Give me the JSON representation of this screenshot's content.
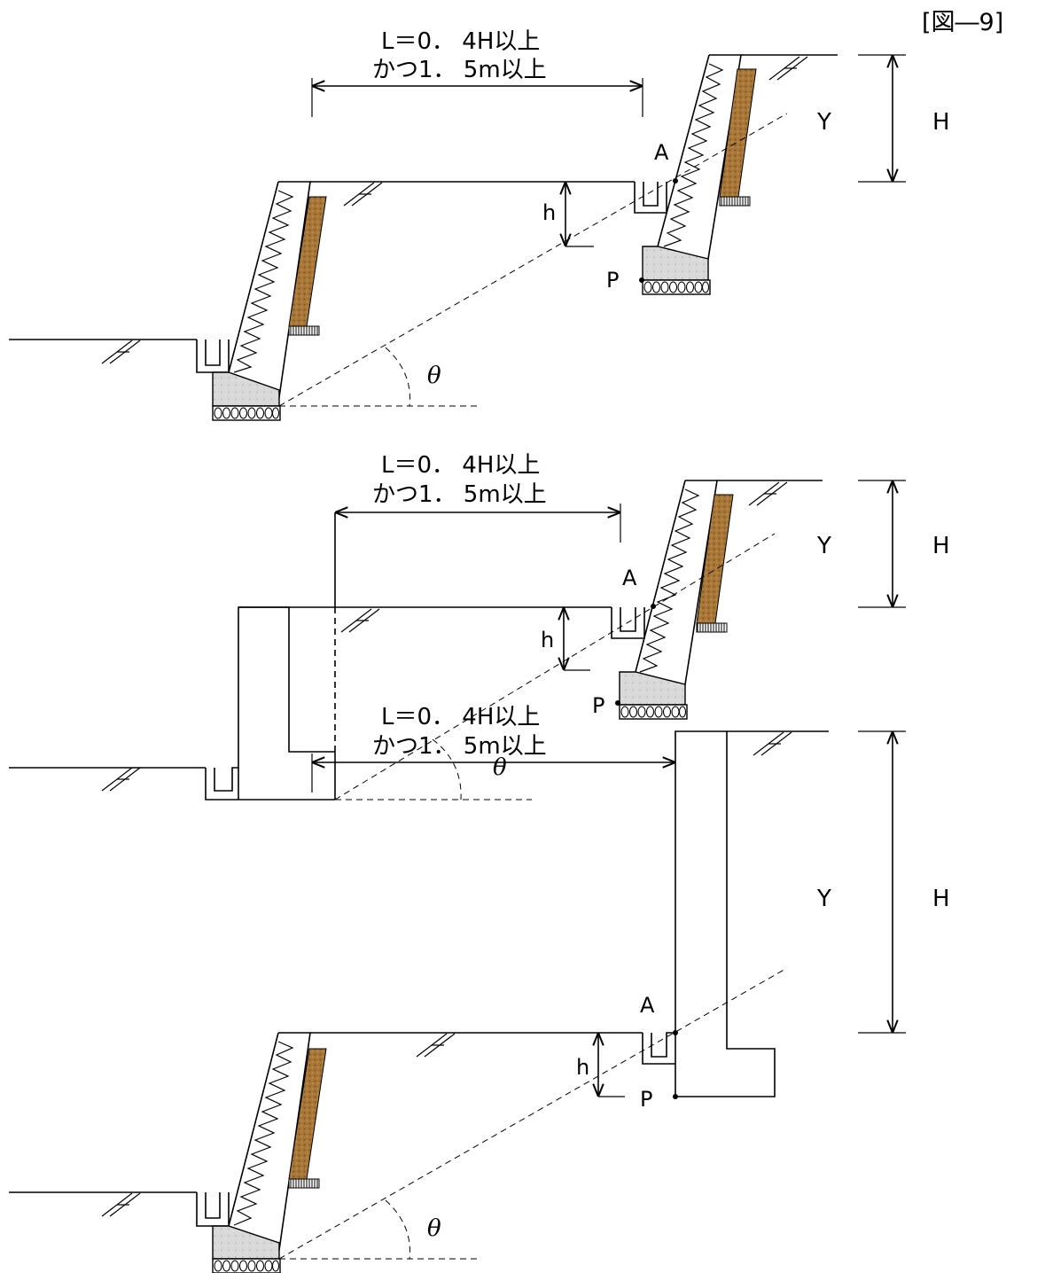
{
  "figure_label": "[図―9]",
  "labels": {
    "L_line1": "L＝0． 4H以上",
    "L_line2": "かつ1． 5m以上",
    "Y": "Y",
    "H": "H",
    "h": "h",
    "A": "A",
    "P": "P",
    "theta": "θ"
  }
}
